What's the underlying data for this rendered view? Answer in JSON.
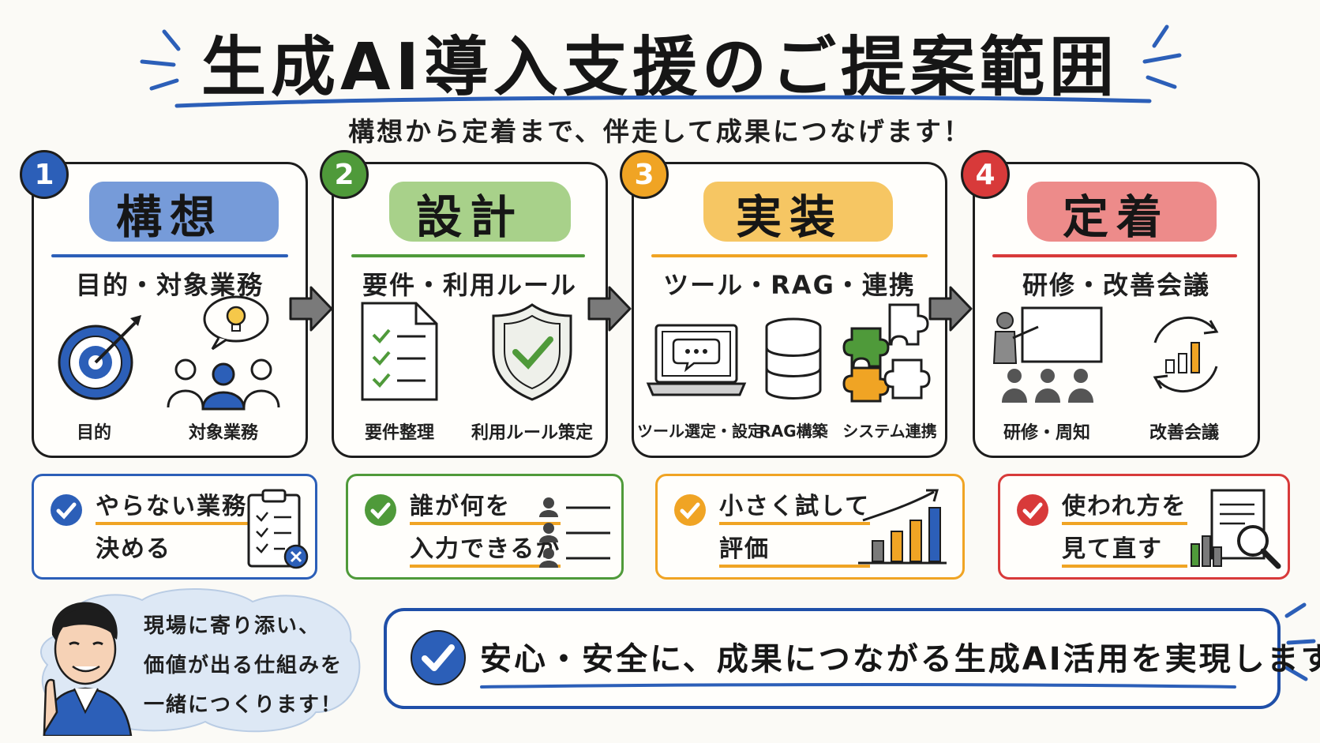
{
  "title": "生成AI導入支援のご提案範囲",
  "subtitle": "構想から定着まで、伴走して成果につなげます！",
  "colors": {
    "blue": "#2c5fb8",
    "green": "#4f9a3a",
    "orange": "#f0a424",
    "red": "#d83a3a",
    "ink": "#1d1d1d"
  },
  "steps": [
    {
      "number": "1",
      "title": "構想",
      "subtitle": "目的・対象業務",
      "icons": [
        {
          "icon": "target-icon",
          "label": "目的"
        },
        {
          "icon": "team-idea-icon",
          "label": "対象業務"
        }
      ],
      "note": {
        "lines": [
          "やらない業務も",
          "決める"
        ],
        "icon": "clipboard-icon"
      }
    },
    {
      "number": "2",
      "title": "設計",
      "subtitle": "要件・利用ルール",
      "icons": [
        {
          "icon": "checklist-icon",
          "label": "要件整理"
        },
        {
          "icon": "shield-icon",
          "label": "利用ルール策定"
        }
      ],
      "note": {
        "lines": [
          "誰が何を",
          "入力できるか"
        ],
        "icon": "user-list-icon"
      }
    },
    {
      "number": "3",
      "title": "実装",
      "subtitle": "ツール・RAG・連携",
      "icons": [
        {
          "icon": "laptop-chat-icon",
          "label": "ツール選定・設定"
        },
        {
          "icon": "database-icon",
          "label": "RAG構築"
        },
        {
          "icon": "puzzle-icon",
          "label": "システム連携"
        }
      ],
      "note": {
        "lines": [
          "小さく試して",
          "評価"
        ],
        "icon": "growth-chart-icon"
      }
    },
    {
      "number": "4",
      "title": "定着",
      "subtitle": "研修・改善会議",
      "icons": [
        {
          "icon": "training-icon",
          "label": "研修・周知"
        },
        {
          "icon": "improvement-cycle-icon",
          "label": "改善会議"
        }
      ],
      "note": {
        "lines": [
          "使われ方を",
          "見て直す"
        ],
        "icon": "report-search-icon"
      }
    }
  ],
  "speech": {
    "lines": [
      "現場に寄り添い、",
      "価値が出る仕組みを",
      "一緒につくります！"
    ]
  },
  "banner": {
    "text": "安心・安全に、成果につながる生成AI活用を実現します！"
  }
}
